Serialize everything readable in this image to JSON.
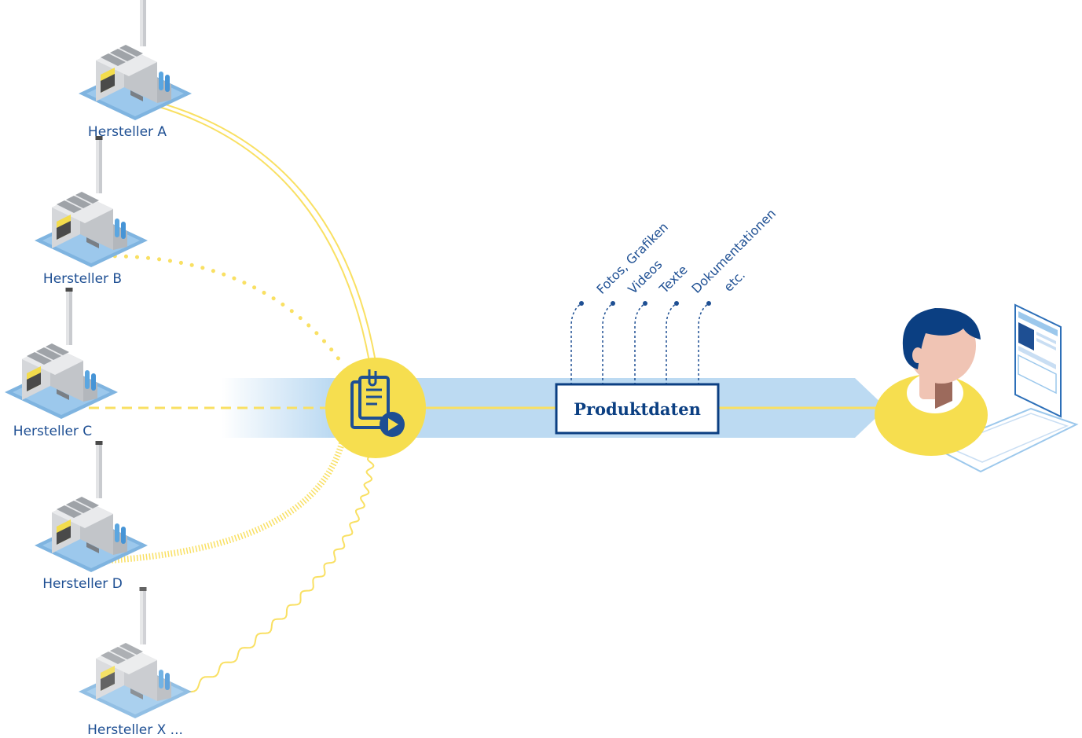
{
  "manufacturers": [
    {
      "label": "Hersteller A"
    },
    {
      "label": "Hersteller B"
    },
    {
      "label": "Hersteller C"
    },
    {
      "label": "Hersteller D"
    },
    {
      "label": "Hersteller X ..."
    }
  ],
  "hub": {
    "icon": "clipboard-video-icon"
  },
  "product_box": {
    "label": "Produktdaten"
  },
  "categories": [
    "Fotos, Grafiken",
    "Videos",
    "Texte",
    "Dokumentationen",
    "etc."
  ],
  "colors": {
    "brand_blue": "#1e4f93",
    "box_blue": "#0b3f82",
    "stream_blue": "#bcdaf2",
    "yellow": "#f9e063",
    "yellow_hub": "#f6de4f"
  }
}
